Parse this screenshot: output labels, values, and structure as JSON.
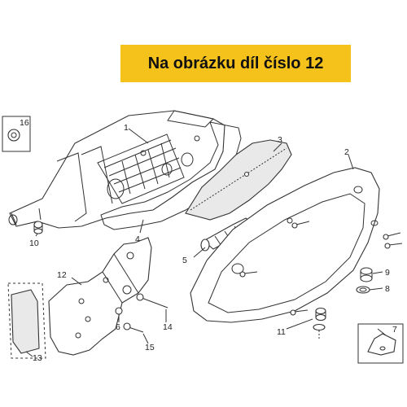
{
  "banner": {
    "text": "Na obrázku díl číslo 12",
    "color": "#f5c21b"
  },
  "labels": {
    "p1": "1",
    "p2": "2",
    "p3": "3",
    "p4": "4",
    "p5": "5",
    "p6": "6",
    "p7": "7",
    "p8": "8",
    "p9": "9",
    "p10": "10",
    "p11": "11",
    "p12": "12",
    "p13": "13",
    "p14": "14",
    "p15": "15",
    "p16": "16"
  }
}
